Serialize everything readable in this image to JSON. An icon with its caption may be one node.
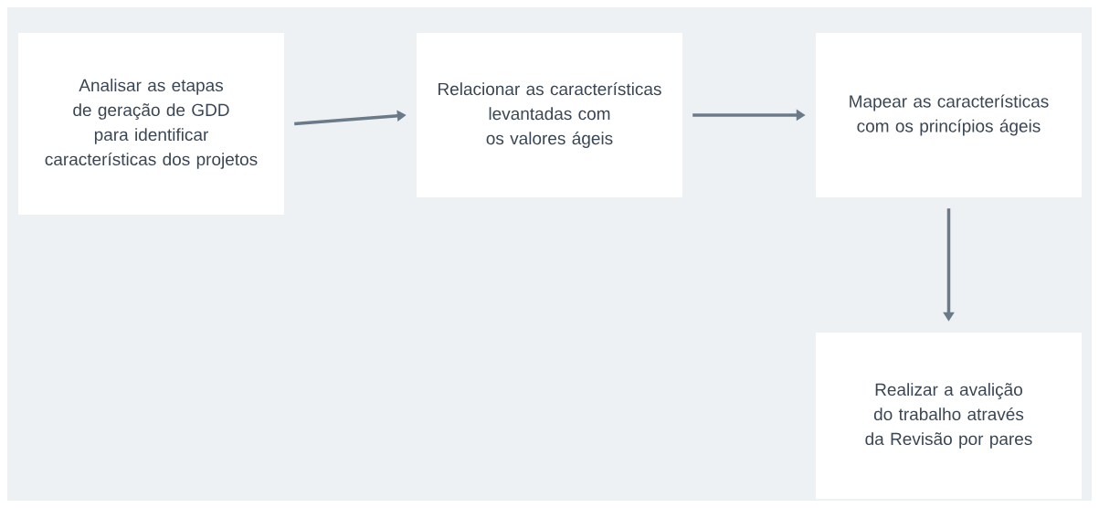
{
  "diagram": {
    "nodes": [
      {
        "text": [
          "Analisar as etapas de geração de GDD para identificar características dos projetos"
        ]
      },
      {
        "text": [
          "Relacionar as características levantadas com os valores ágeis"
        ]
      },
      {
        "text": [
          "Mapear as características com os princípios ágeis"
        ]
      },
      {
        "text": [
          "Realizar a avalição do trabalho através da Revisão por pares"
        ]
      }
    ],
    "edges": [
      {
        "from": 0,
        "to": 1,
        "arrow": "to"
      },
      {
        "from": 1,
        "to": 2,
        "arrow": "to"
      },
      {
        "from": 2,
        "to": 3,
        "arrow": "to"
      }
    ]
  }
}
